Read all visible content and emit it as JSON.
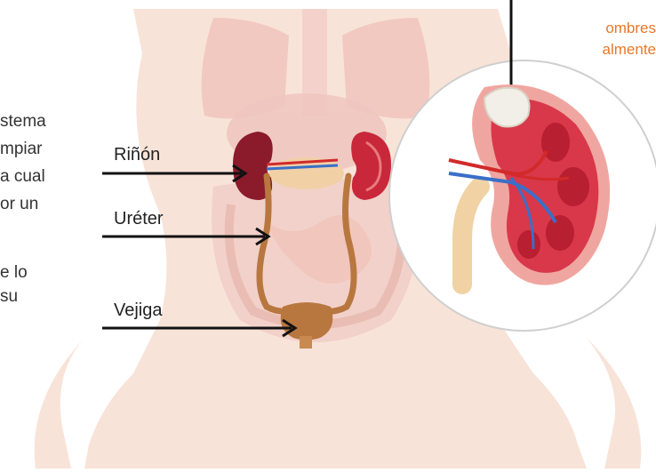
{
  "header": {
    "line1": "ombres",
    "line2": "almente"
  },
  "paragraph": {
    "lines": [
      "stema",
      "mpiar",
      "a cual",
      "or un",
      "e   lo",
      "su"
    ]
  },
  "labels": {
    "kidney": "Riñón",
    "ureter": "Uréter",
    "bladder": "Vejiga"
  },
  "colors": {
    "accent": "#e8782a",
    "skin": "#f6d9cc",
    "kidney_dark": "#8b1a2b",
    "kidney_red": "#c8283a",
    "ureter": "#b8773f",
    "vein": "#3a6fc8",
    "artery": "#d22a2a"
  }
}
